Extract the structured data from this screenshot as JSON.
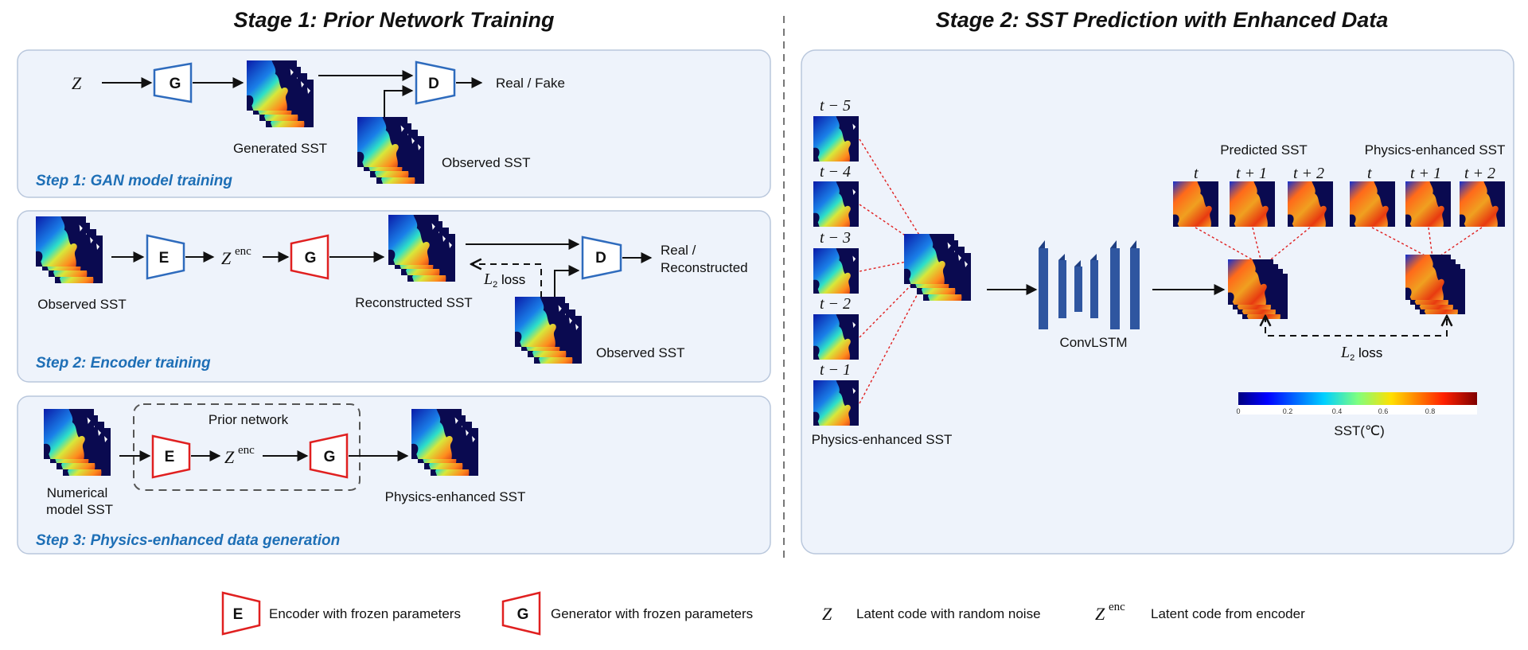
{
  "stage1": {
    "title": "Stage 1: Prior Network Training",
    "step1": {
      "label": "Step 1:  GAN model training",
      "z": "Z",
      "generator": "G",
      "discriminator": "D",
      "real_fake": "Real / Fake",
      "generated_sst": "Generated SST",
      "observed_sst": "Observed SST"
    },
    "step2": {
      "label": "Step 2:  Encoder training",
      "observed_sst_in": "Observed SST",
      "encoder": "E",
      "z_enc": "Z",
      "z_enc_sup": "enc",
      "generator": "G",
      "reconstructed_sst": "Reconstructed SST",
      "loss_l": "L",
      "loss_sub": "2",
      "loss_word": " loss",
      "discriminator": "D",
      "real_line1": "Real /",
      "real_line2": "Reconstructed",
      "observed_sst_d": "Observed SST"
    },
    "step3": {
      "label": "Step 3:  Physics-enhanced data generation",
      "prior_network": "Prior network",
      "numerical_line1": "Numerical",
      "numerical_line2": "model SST",
      "encoder": "E",
      "z_enc": "Z",
      "z_enc_sup": "enc",
      "generator": "G",
      "physics_sst": "Physics-enhanced SST"
    }
  },
  "stage2": {
    "title": "Stage 2: SST Prediction with Enhanced Data",
    "input_times": [
      "t − 5",
      "t − 4",
      "t − 3",
      "t − 2",
      "t − 1"
    ],
    "input_label": "Physics-enhanced SST",
    "model": "ConvLSTM",
    "predicted_label": "Predicted SST",
    "physics_label": "Physics-enhanced SST",
    "output_times": [
      "t",
      "t + 1",
      "t + 2"
    ],
    "loss_l": "L",
    "loss_sub": "2",
    "loss_word": " loss",
    "colorbar": {
      "ticks": [
        "0",
        "0.2",
        "0.4",
        "0.6",
        "0.8"
      ],
      "label": "SST(℃)"
    }
  },
  "legend": {
    "encoder_symbol": "E",
    "encoder_text": "Encoder with frozen parameters",
    "generator_symbol": "G",
    "generator_text": "Generator with frozen parameters",
    "z_symbol": "Z",
    "z_text": "Latent code with random noise",
    "zenc_symbol": "Z",
    "zenc_sup": "enc",
    "zenc_text": "Latent code from encoder"
  },
  "colors": {
    "accent_blue": "#1e6fb6",
    "frozen_red": "#e02020",
    "trainable_blue": "#2e6bbd",
    "panel_fill": "#eef3fb",
    "convlstm": "#2f56a0"
  }
}
